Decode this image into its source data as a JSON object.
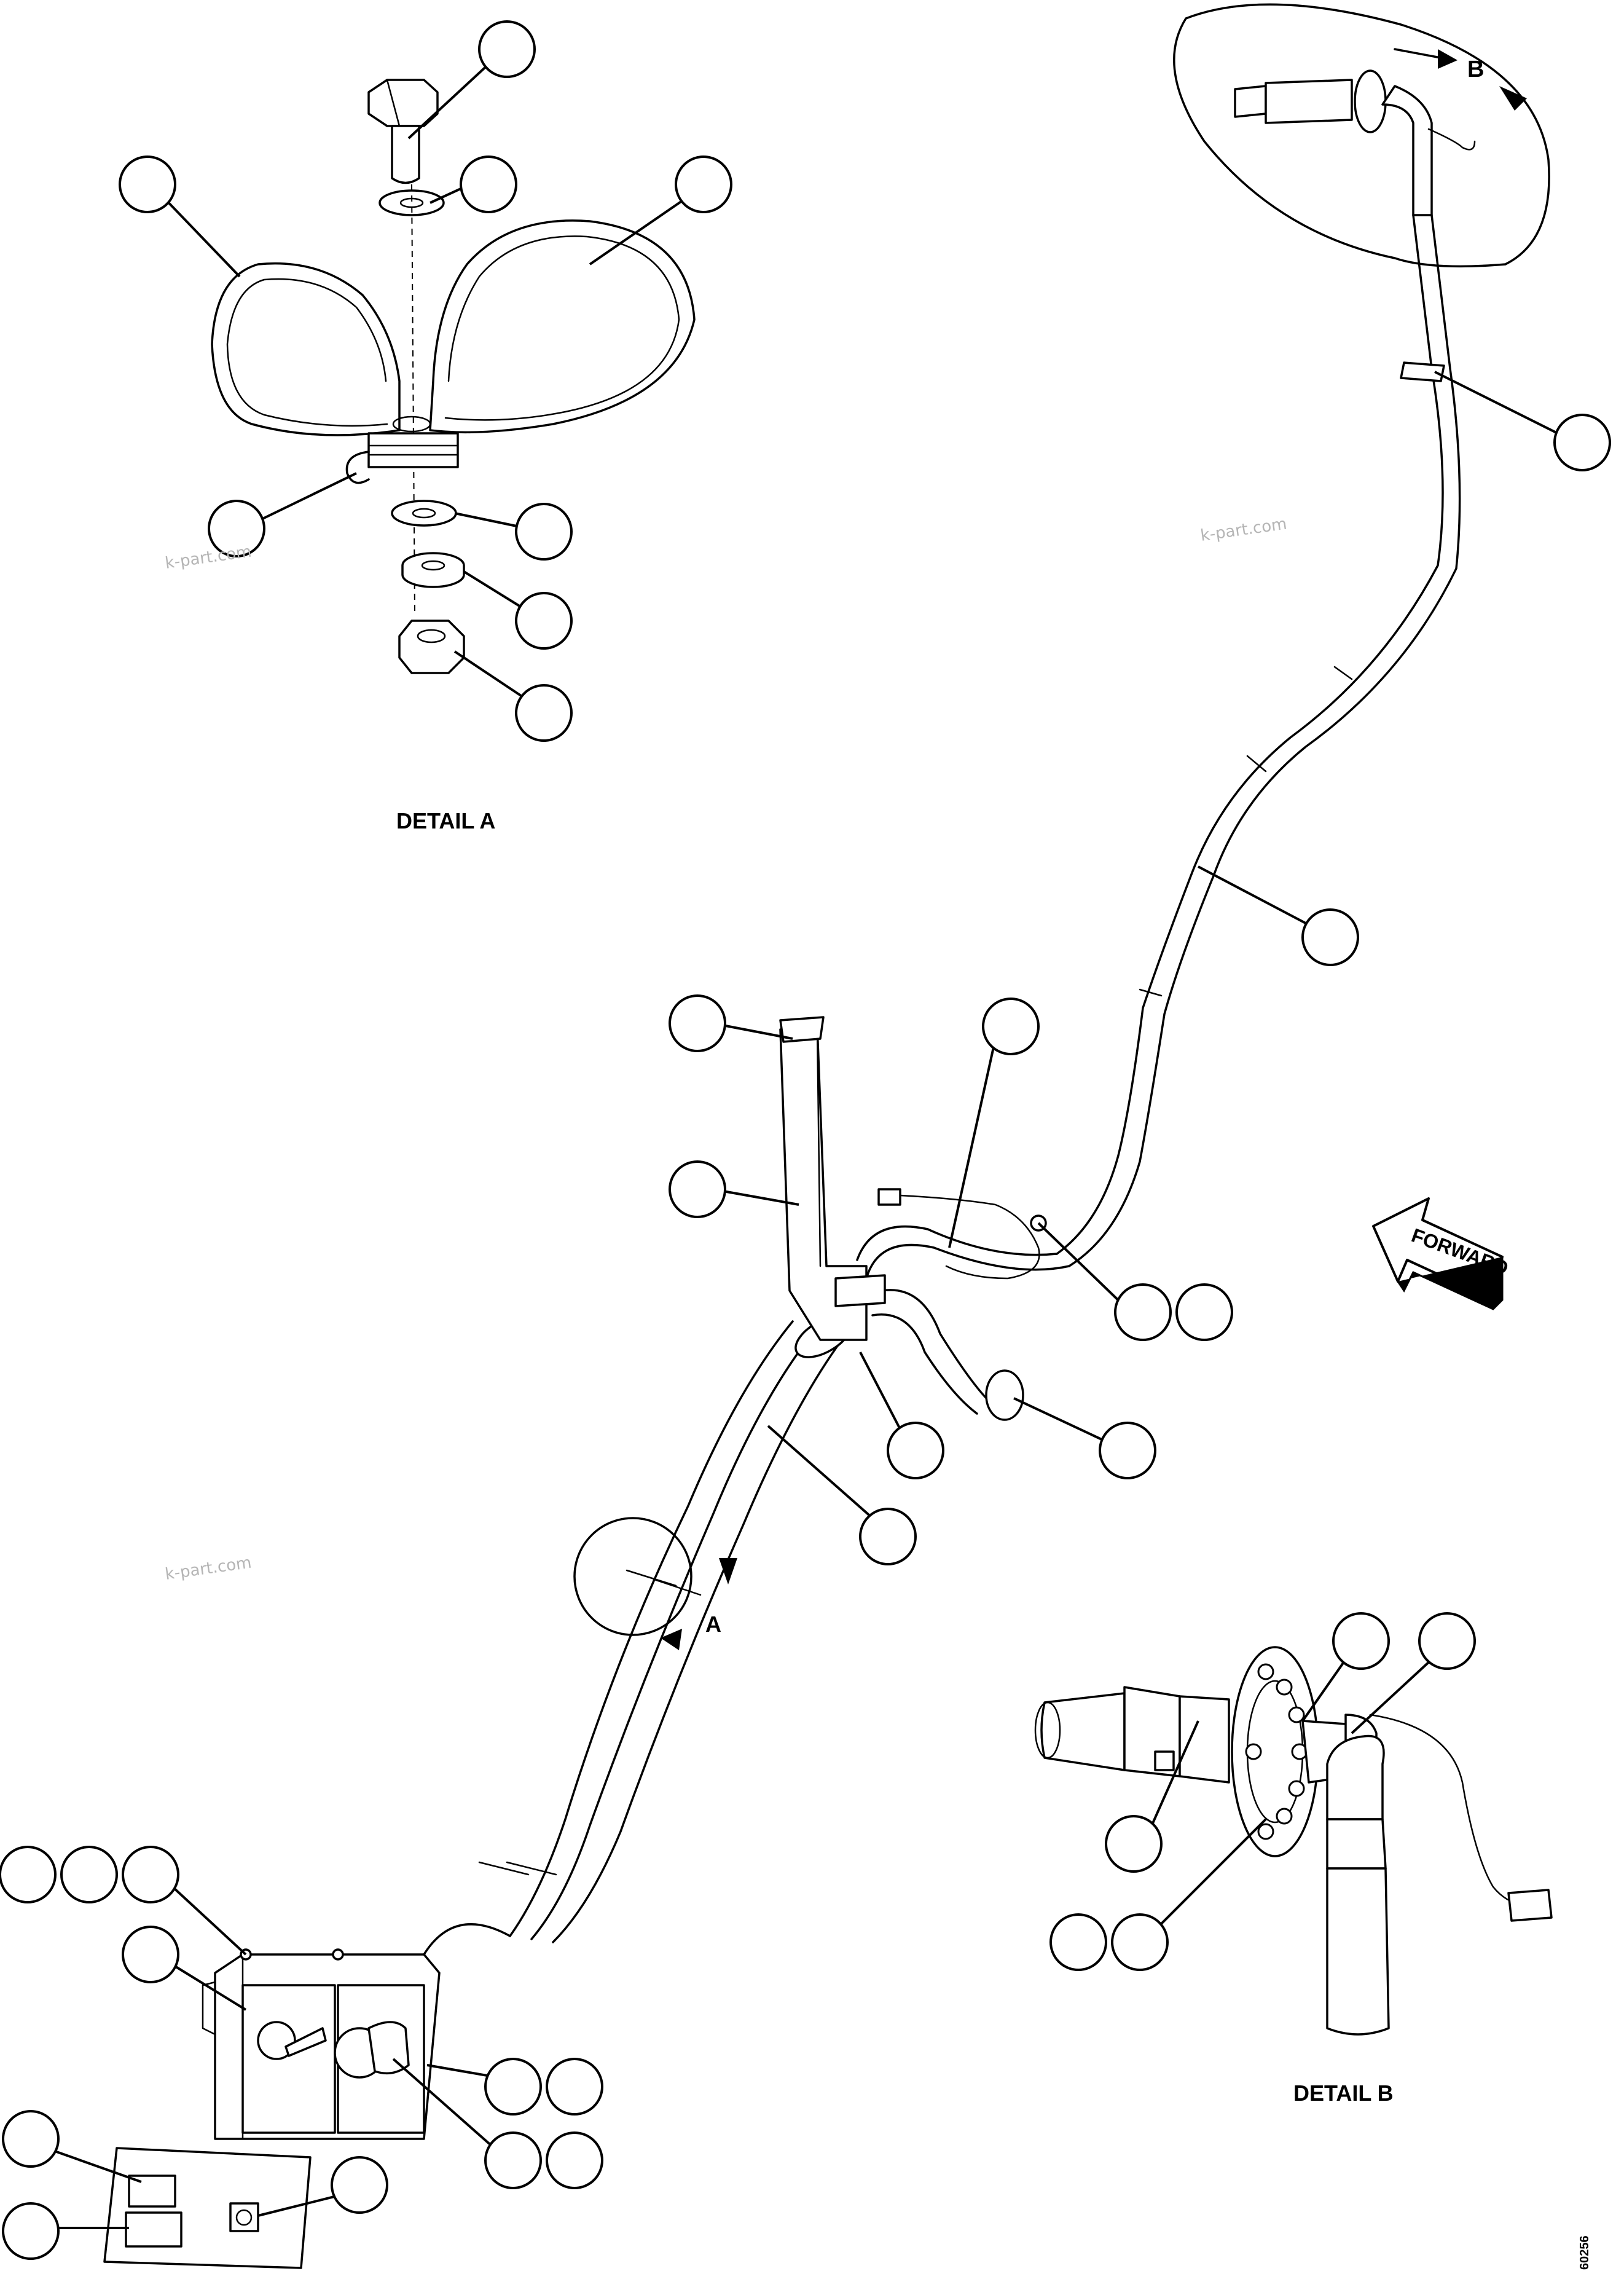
{
  "labels": {
    "detail_a": "DETAIL A",
    "detail_b": "DETAIL B",
    "view_a": "A",
    "view_b": "B",
    "forward": "FORWARD",
    "figure_code": "60256"
  },
  "watermarks": [
    "k-part.com",
    "k-part.com",
    "k-part.com"
  ]
}
